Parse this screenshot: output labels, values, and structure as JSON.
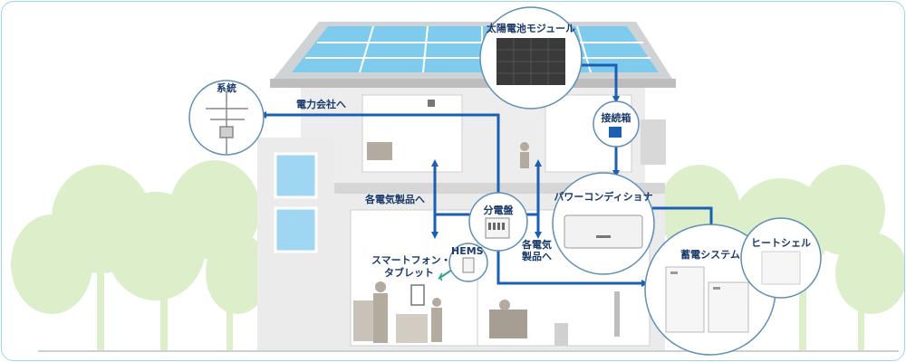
{
  "labels": {
    "solar_module": "太陽電池モジュール",
    "grid": "系統",
    "to_power_company": "電力会社へ",
    "junction_box": "接続箱",
    "distribution_board": "分電盤",
    "to_appliances_left": "各電気製品へ",
    "to_appliances_right_line1": "各電気",
    "to_appliances_right_line2": "製品へ",
    "power_conditioner": "パワーコンディショナ",
    "hems": "HEMS",
    "smartphone_line1": "スマートフォン・",
    "smartphone_line2": "タブレット",
    "storage_system": "蓄電システム",
    "heat_shell": "ヒートシェル"
  },
  "colors": {
    "arrow": "#1a5fb4",
    "label": "#1a3a6b",
    "tree": "#d9ecc8",
    "house_wall": "#ececec",
    "roof": "#d8d8d8",
    "solar_panel": "#8fd0f0",
    "hems_signal": "#2aa58a"
  }
}
